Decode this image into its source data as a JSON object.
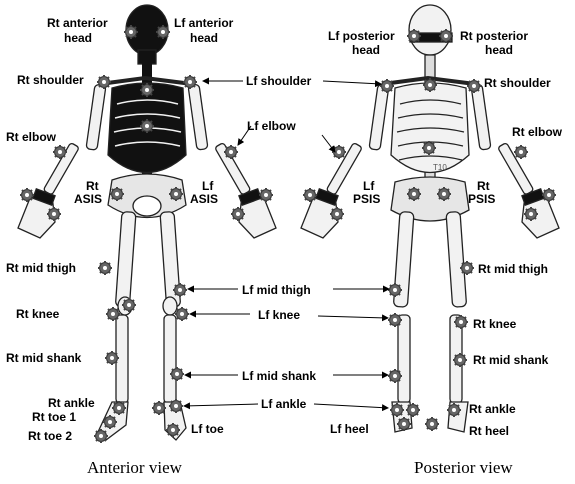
{
  "anterior": {
    "caption": "Anterior view",
    "rt_anterior_head": [
      "Rt  anterior",
      "head"
    ],
    "lf_anterior_head": [
      "Lf anterior",
      "head"
    ],
    "rt_shoulder": "Rt  shoulder",
    "rt_elbow": "Rt  elbow",
    "lf_elbow": "Lf  elbow",
    "rt_asis": [
      "Rt",
      "ASIS"
    ],
    "lf_asis": [
      "Lf",
      "ASIS"
    ],
    "rt_mid_thigh": "Rt  mid thigh",
    "rt_knee": "Rt  knee",
    "rt_mid_shank": "Rt  mid shank",
    "rt_ankle": "Rt  ankle",
    "rt_toe_1": "Rt  toe  1",
    "rt_toe_2": "Rt  toe  2",
    "lf_toe": "Lf  toe"
  },
  "posterior": {
    "caption": "Posterior  view",
    "lf_posterior_head": [
      "Lf posterior",
      "head"
    ],
    "rt_posterior_head": [
      "Rt  posterior",
      "head"
    ],
    "rt_shoulder": "Rt shoulder",
    "rt_elbow": "Rt  elbow",
    "lf_psis": [
      "Lf",
      "PSIS"
    ],
    "rt_psis": [
      "Rt",
      "PSIS"
    ],
    "rt_mid_thigh": "Rt  mid thigh",
    "rt_knee": "Rt  knee",
    "rt_mid_shank": "Rt  mid shank",
    "rt_ankle": "Rt  ankle",
    "rt_heel": "Rt  heel",
    "lf_heel": "Lf  heel",
    "vertebra_label": "T10"
  },
  "shared": {
    "lf_shoulder": "Lf shoulder",
    "lf_mid_thigh": "Lf  mid thigh",
    "lf_knee": "Lf  knee",
    "lf_mid_shank": "Lf mid shank",
    "lf_ankle": "Lf ankle"
  },
  "colors": {
    "bone_fill": "#f2f2f2",
    "bone_stroke": "#222222",
    "dark_bone": "#111111",
    "marker": "#555555"
  }
}
